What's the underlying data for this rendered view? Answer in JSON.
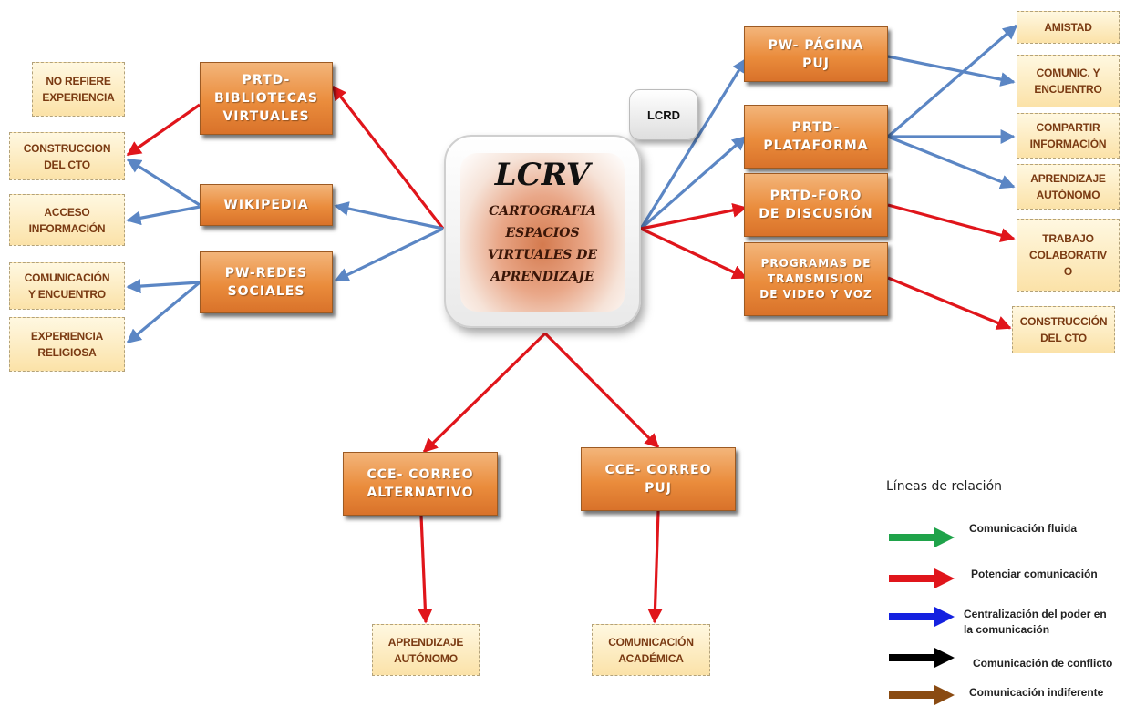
{
  "center": {
    "title": "LCRV",
    "subtitle": "CARTOGRAFIA\nESPACIOS\nVIRTUALES DE\nAPRENDIZAJE"
  },
  "lcrd_label": "LCRD",
  "nodes": {
    "bibliotecas": "PRTD-\nBIBLIOTECAS\nVIRTUALES",
    "wikipedia": "WIKIPEDIA",
    "redes": "PW-REDES\nSOCIALES",
    "pagina_puj": "PW- PÁGINA\nPUJ",
    "plataforma": "PRTD-\nPLATAFORMA",
    "foro": "PRTD-FORO\nDE DISCUSIÓN",
    "programas": "PROGRAMAS DE\nTRANSMISION\nDE VIDEO Y VOZ",
    "correo_alt": "CCE- CORREO\nALTERNATIVO",
    "correo_puj": "CCE- CORREO\nPUJ"
  },
  "leaves": {
    "no_refiere": "NO REFIERE\nEXPERIENCIA",
    "construccion_left": "CONSTRUCCION\nDEL CTO",
    "acceso": "ACCESO\nINFORMACIÓN",
    "comunicacion_encuentro": "COMUNICACIÓN\nY ENCUENTRO",
    "experiencia_religiosa": "EXPERIENCIA\nRELIGIOSA",
    "amistad": "AMISTAD",
    "comunic_encuentro": "COMUNIC. Y\nENCUENTRO",
    "compartir": "COMPARTIR\nINFORMACIÓN",
    "aprendizaje_right": "APRENDIZAJE\nAUTÓNOMO",
    "trabajo": "TRABAJO\nCOLABORATIV\nO",
    "construccion_right": "CONSTRUCCIÓN\nDEL CTO",
    "aprendizaje_bottom": "APRENDIZAJE\nAUTÓNOMO",
    "comunicacion_academica": "COMUNICACIÓN\nACADÉMICA"
  },
  "legend": {
    "title": "Líneas de relación",
    "items": [
      {
        "label": "Comunicación fluida",
        "color": "#1fa34a"
      },
      {
        "label": "Potenciar comunicación",
        "color": "#e0151b"
      },
      {
        "label": "Centralización del poder en\nla comunicación",
        "color": "#1421e0"
      },
      {
        "label": "Comunicación de conflicto",
        "color": "#000000"
      },
      {
        "label": "Comunicación indiferente",
        "color": "#8a4b12"
      }
    ]
  },
  "colors": {
    "red_line": "#e0151b",
    "blue_line": "#5b86c4",
    "node_orange": "#ea8c3c"
  },
  "edges": [
    {
      "from": "center",
      "to": "bibliotecas",
      "relation": "potenciar"
    },
    {
      "from": "center",
      "to": "wikipedia",
      "relation": "centralizacion"
    },
    {
      "from": "center",
      "to": "redes",
      "relation": "centralizacion"
    },
    {
      "from": "center",
      "to": "pagina_puj",
      "relation": "centralizacion"
    },
    {
      "from": "center",
      "to": "plataforma",
      "relation": "centralizacion"
    },
    {
      "from": "center",
      "to": "foro",
      "relation": "potenciar"
    },
    {
      "from": "center",
      "to": "programas",
      "relation": "potenciar"
    },
    {
      "from": "center",
      "to": "correo_alt",
      "relation": "potenciar"
    },
    {
      "from": "center",
      "to": "correo_puj",
      "relation": "potenciar"
    },
    {
      "from": "bibliotecas",
      "to": "construccion_left",
      "relation": "potenciar"
    },
    {
      "from": "wikipedia",
      "to": "construccion_left",
      "relation": "centralizacion"
    },
    {
      "from": "wikipedia",
      "to": "acceso",
      "relation": "centralizacion"
    },
    {
      "from": "redes",
      "to": "comunicacion_encuentro",
      "relation": "centralizacion"
    },
    {
      "from": "redes",
      "to": "experiencia_religiosa",
      "relation": "centralizacion"
    },
    {
      "from": "pagina_puj",
      "to": "comunic_encuentro",
      "relation": "centralizacion"
    },
    {
      "from": "plataforma",
      "to": "amistad",
      "relation": "centralizacion"
    },
    {
      "from": "plataforma",
      "to": "compartir",
      "relation": "centralizacion"
    },
    {
      "from": "plataforma",
      "to": "aprendizaje_right",
      "relation": "centralizacion"
    },
    {
      "from": "foro",
      "to": "trabajo",
      "relation": "potenciar"
    },
    {
      "from": "programas",
      "to": "construccion_right",
      "relation": "potenciar"
    },
    {
      "from": "correo_alt",
      "to": "aprendizaje_bottom",
      "relation": "potenciar"
    },
    {
      "from": "correo_puj",
      "to": "comunicacion_academica",
      "relation": "potenciar"
    }
  ]
}
